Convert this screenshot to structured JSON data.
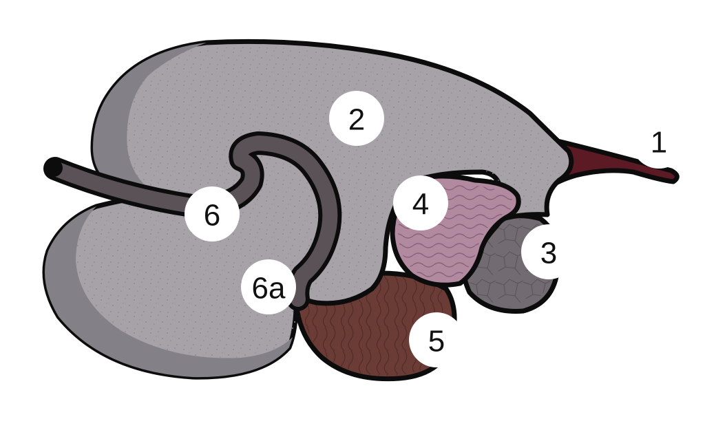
{
  "diagram": {
    "labels": {
      "l1": "1",
      "l2": "2",
      "l3": "3",
      "l4": "4",
      "l5": "5",
      "l6": "6",
      "l6a": "6a"
    },
    "colors": {
      "background": "#ffffff",
      "main_body": "#a7a2a8",
      "main_shadow": "#848087",
      "tube": "#5a5256",
      "tip": "#5c1a24",
      "part3": "#726c72",
      "part4": "#b28aa0",
      "part5": "#6b3c36",
      "outline": "#0c0c0c",
      "label_bg": "#ffffff",
      "label_text": "#111111"
    }
  }
}
